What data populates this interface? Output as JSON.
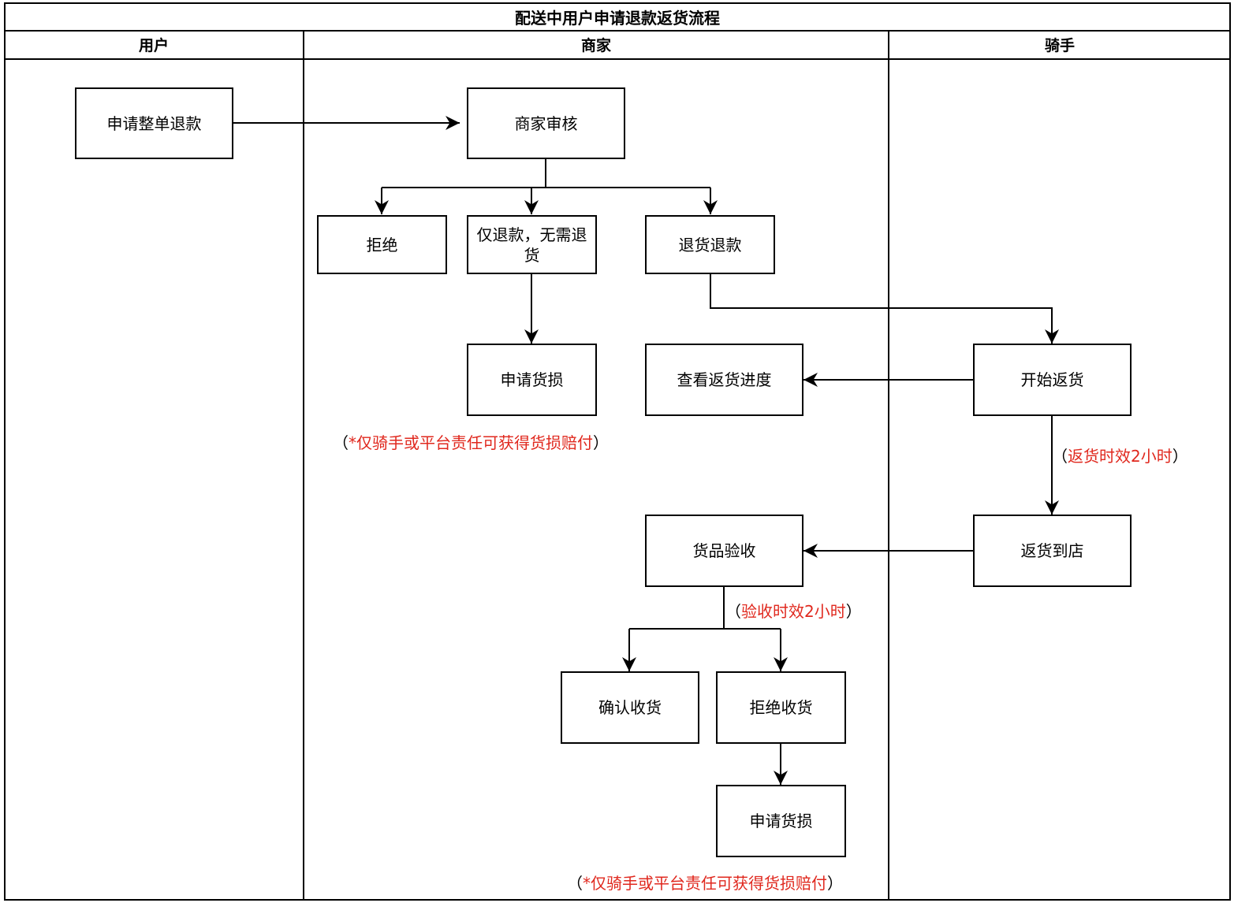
{
  "title": "配送中用户申请退款返货流程",
  "lanes": {
    "user": "用户",
    "merchant": "商家",
    "rider": "骑手"
  },
  "nodes": {
    "apply_full_refund": "申请整单退款",
    "merchant_review": "商家审核",
    "reject": "拒绝",
    "refund_only": "仅退款，无需退货",
    "return_refund": "退货退款",
    "apply_damage_1": "申请货损",
    "view_progress": "查看返货进度",
    "start_return": "开始返货",
    "return_to_store": "返货到店",
    "goods_inspection": "货品验收",
    "confirm_receipt": "确认收货",
    "reject_receipt": "拒绝收货",
    "apply_damage_2": "申请货损"
  },
  "notes": {
    "damage_note_1": "*仅骑手或平台责任可获得货损赔付",
    "return_sla": "返货时效2小时",
    "inspection_sla": "验收时效2小时",
    "damage_note_2": "*仅骑手或平台责任可获得货损赔付",
    "open_paren": "（",
    "close_paren": "）"
  },
  "colors": {
    "note_text": "#e0281e",
    "stroke": "#000000"
  }
}
